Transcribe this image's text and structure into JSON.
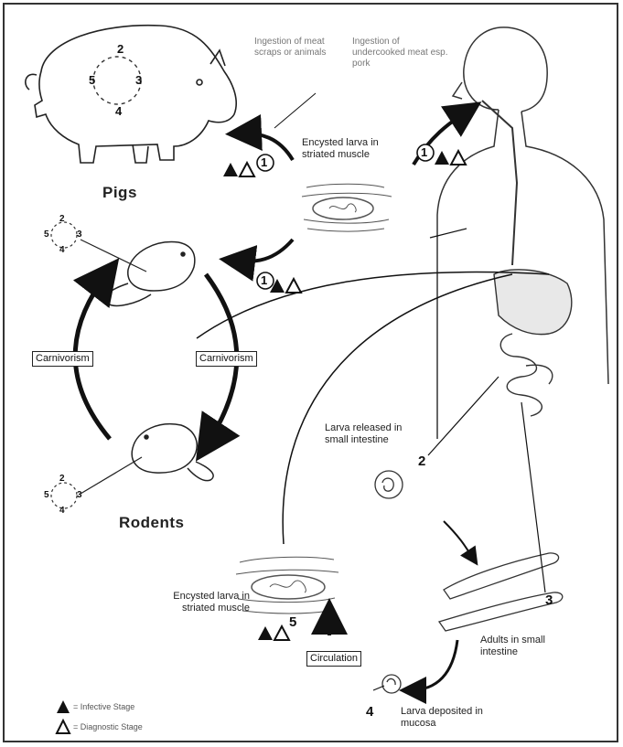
{
  "hosts": {
    "pigs": "Pigs",
    "rodents": "Rodents"
  },
  "labels": {
    "pig_ingestion": "Ingestion of meat scraps or animals",
    "human_ingestion": "Ingestion of undercooked meat esp. pork",
    "encysted_top": "Encysted larva in striated muscle",
    "encysted_bottom": "Encysted larva in striated muscle",
    "larva_released": "Larva released in small intestine",
    "adults": "Adults in small intestine",
    "larva_deposited": "Larva deposited in mucosa"
  },
  "boxes": {
    "carnivorism_left": "Carnivorism",
    "carnivorism_right": "Carnivorism",
    "circulation": "Circulation"
  },
  "cycle_numbers": {
    "n1": "1",
    "n2": "2",
    "n3": "3",
    "n4": "4",
    "n5": "5"
  },
  "legend": {
    "infective": "= Infective Stage",
    "diagnostic": "= Diagnostic Stage"
  }
}
